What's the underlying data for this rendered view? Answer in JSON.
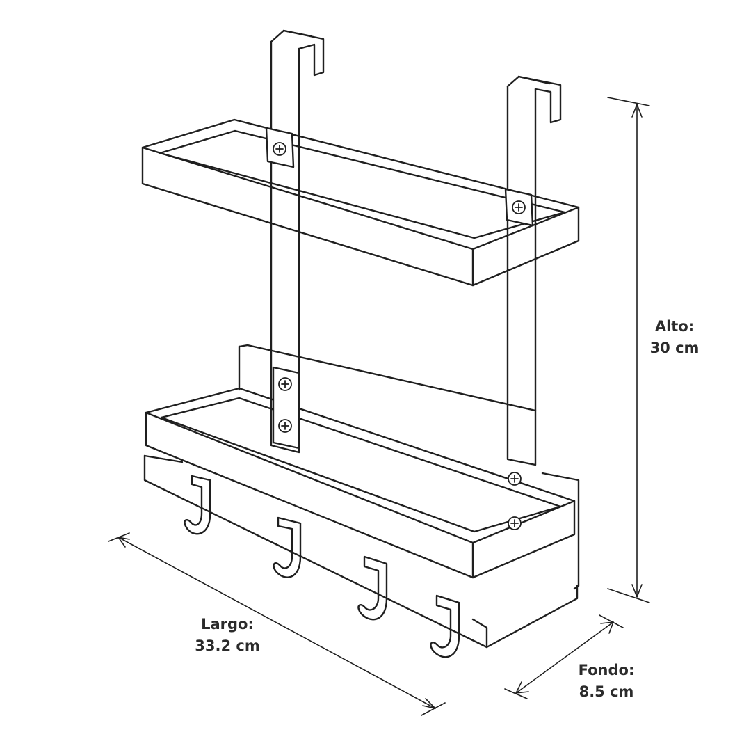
{
  "colors": {
    "line": "#1f1f1f",
    "text": "#2b2b2b",
    "background": "#ffffff"
  },
  "dimensions": {
    "height": {
      "name": "Alto:",
      "value": "30 cm"
    },
    "width": {
      "name": "Largo:",
      "value": "33.2 cm"
    },
    "depth": {
      "name": "Fondo:",
      "value": "8.5 cm"
    }
  },
  "product": {
    "shelves": 2,
    "hooks": 4,
    "screws": 6
  }
}
